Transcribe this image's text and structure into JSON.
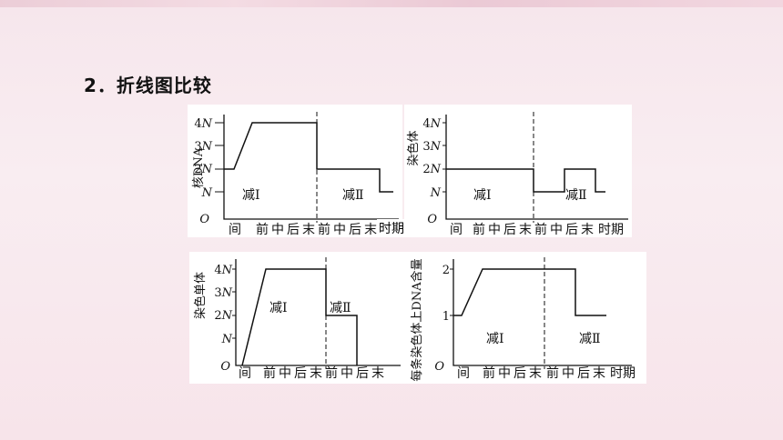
{
  "heading": "2．折线图比较",
  "x_phase_labels": [
    "间",
    "前",
    "中",
    "后",
    "末",
    "前",
    "中",
    "后",
    "末"
  ],
  "x_axis_label": "时期",
  "origin_label": "O",
  "meiosis1_label": "减Ⅰ",
  "meiosis2_label": "减Ⅱ",
  "chart_data": [
    {
      "type": "line",
      "ylabel": "核DNA",
      "ytick_labels": [
        "N",
        "2N",
        "3N",
        "4N"
      ],
      "ylim": [
        0,
        4
      ],
      "series": [
        {
          "points": [
            [
              0,
              2
            ],
            [
              0.3,
              2
            ],
            [
              1,
              4
            ],
            [
              5,
              4
            ],
            [
              5,
              2
            ],
            [
              8,
              2
            ],
            [
              8,
              1
            ],
            [
              8.5,
              1
            ]
          ]
        }
      ]
    },
    {
      "type": "line",
      "ylabel": "染色体",
      "ytick_labels": [
        "N",
        "2N",
        "3N",
        "4N"
      ],
      "ylim": [
        0,
        4
      ],
      "series": [
        {
          "points": [
            [
              0,
              2
            ],
            [
              5,
              2
            ],
            [
              5,
              1
            ],
            [
              6,
              1
            ],
            [
              6,
              2
            ],
            [
              7,
              2
            ],
            [
              7,
              1
            ],
            [
              7.3,
              1
            ]
          ]
        }
      ]
    },
    {
      "type": "line",
      "ylabel": "染色单体",
      "ytick_labels": [
        "N",
        "2N",
        "3N",
        "4N"
      ],
      "ylim": [
        0,
        4
      ],
      "series": [
        {
          "points": [
            [
              0.3,
              0
            ],
            [
              1,
              4
            ],
            [
              5,
              4
            ],
            [
              5,
              2
            ],
            [
              6,
              2
            ],
            [
              6,
              0
            ]
          ]
        }
      ]
    },
    {
      "type": "line",
      "ylabel": "每条染色体上DNA含量",
      "ytick_labels": [
        "1",
        "2"
      ],
      "ylim": [
        0,
        2
      ],
      "series": [
        {
          "points": [
            [
              0,
              1
            ],
            [
              0.3,
              1
            ],
            [
              1,
              2
            ],
            [
              4,
              2
            ],
            [
              4,
              1
            ],
            [
              5,
              1
            ]
          ]
        }
      ]
    }
  ]
}
